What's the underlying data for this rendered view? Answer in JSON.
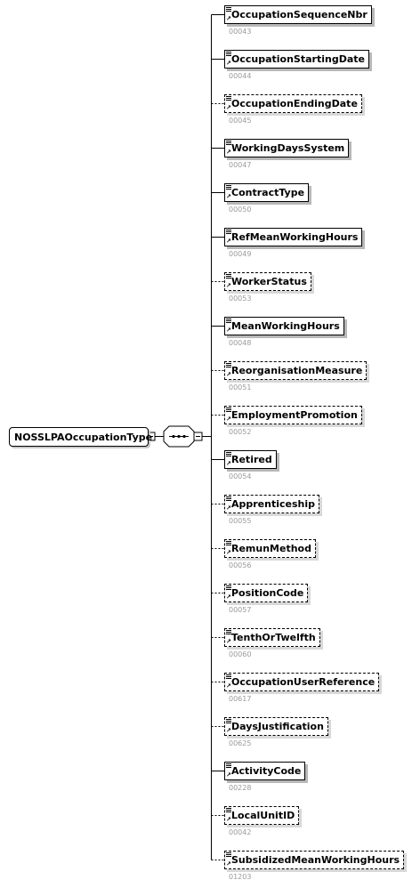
{
  "root": {
    "label": "NOSSLPAOccupationType"
  },
  "elements": [
    {
      "name": "OccupationSequenceNbr",
      "id": "00043",
      "optional": false
    },
    {
      "name": "OccupationStartingDate",
      "id": "00044",
      "optional": false
    },
    {
      "name": "OccupationEndingDate",
      "id": "00045",
      "optional": true
    },
    {
      "name": "WorkingDaysSystem",
      "id": "00047",
      "optional": false
    },
    {
      "name": "ContractType",
      "id": "00050",
      "optional": false
    },
    {
      "name": "RefMeanWorkingHours",
      "id": "00049",
      "optional": false
    },
    {
      "name": "WorkerStatus",
      "id": "00053",
      "optional": true
    },
    {
      "name": "MeanWorkingHours",
      "id": "00048",
      "optional": false
    },
    {
      "name": "ReorganisationMeasure",
      "id": "00051",
      "optional": true
    },
    {
      "name": "EmploymentPromotion",
      "id": "00052",
      "optional": true
    },
    {
      "name": "Retired",
      "id": "00054",
      "optional": false
    },
    {
      "name": "Apprenticeship",
      "id": "00055",
      "optional": true
    },
    {
      "name": "RemunMethod",
      "id": "00056",
      "optional": true
    },
    {
      "name": "PositionCode",
      "id": "00057",
      "optional": true
    },
    {
      "name": "TenthOrTwelfth",
      "id": "00060",
      "optional": true
    },
    {
      "name": "OccupationUserReference",
      "id": "00617",
      "optional": true
    },
    {
      "name": "DaysJustification",
      "id": "00625",
      "optional": true
    },
    {
      "name": "ActivityCode",
      "id": "00228",
      "optional": false
    },
    {
      "name": "LocalUnitID",
      "id": "00042",
      "optional": true
    },
    {
      "name": "SubsidizedMeanWorkingHours",
      "id": "01203",
      "optional": true
    }
  ]
}
